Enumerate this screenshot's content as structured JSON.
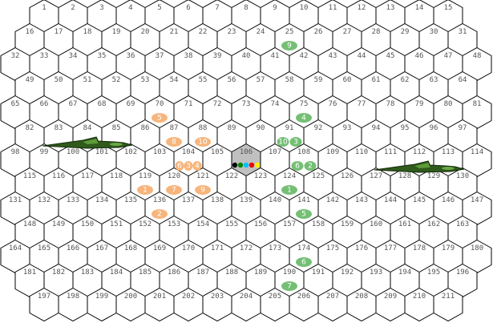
{
  "board": {
    "rows": [
      {
        "start": 1,
        "count": 15
      },
      {
        "start": 16,
        "count": 16
      },
      {
        "start": 32,
        "count": 17
      },
      {
        "start": 49,
        "count": 16
      },
      {
        "start": 65,
        "count": 17
      },
      {
        "start": 82,
        "count": 16
      },
      {
        "start": 98,
        "count": 17
      },
      {
        "start": 115,
        "count": 16
      },
      {
        "start": 131,
        "count": 17
      },
      {
        "start": 148,
        "count": 16
      },
      {
        "start": 164,
        "count": 17
      },
      {
        "start": 181,
        "count": 16
      },
      {
        "start": 197,
        "count": 15
      }
    ],
    "selected_hex": 106
  },
  "colors": {
    "orange": "#f7b57c",
    "green": "#74bf74",
    "selected": "#c0c0c0"
  },
  "markers": [
    {
      "color": "#000000"
    },
    {
      "color": "#008800"
    },
    {
      "color": "#00bfff"
    },
    {
      "color": "#ee0000"
    },
    {
      "color": "#ffee00"
    }
  ],
  "tokens": [
    {
      "team": "orange",
      "label": "5",
      "hex": 70
    },
    {
      "team": "orange",
      "label": "8",
      "hex": 87
    },
    {
      "team": "orange",
      "label": "10",
      "hex": 88
    },
    {
      "team": "orange",
      "label": "6",
      "hex": 104
    },
    {
      "team": "orange",
      "label": "3",
      "hex": 104
    },
    {
      "team": "orange",
      "label": "4",
      "hex": 104
    },
    {
      "team": "orange",
      "label": "1",
      "hex": 119
    },
    {
      "team": "orange",
      "label": "7",
      "hex": 120
    },
    {
      "team": "orange",
      "label": "9",
      "hex": 121
    },
    {
      "team": "orange",
      "label": "2",
      "hex": 136
    },
    {
      "team": "green",
      "label": "9",
      "hex": 25
    },
    {
      "team": "green",
      "label": "4",
      "hex": 75
    },
    {
      "team": "green",
      "label": "10",
      "hex": 91
    },
    {
      "team": "green",
      "label": "3",
      "hex": 91
    },
    {
      "team": "green",
      "label": "6",
      "hex": 108
    },
    {
      "team": "green",
      "label": "2",
      "hex": 108
    },
    {
      "team": "green",
      "label": "1",
      "hex": 124
    },
    {
      "team": "green",
      "label": "5",
      "hex": 141
    },
    {
      "team": "green",
      "label": "6",
      "hex": 174
    },
    {
      "team": "green",
      "label": "7",
      "hex": 190
    }
  ],
  "ships": [
    {
      "name": "ship-left",
      "hexes": [
        83,
        84,
        85
      ]
    },
    {
      "name": "ship-right",
      "hexes": [
        111,
        112,
        113
      ]
    }
  ]
}
